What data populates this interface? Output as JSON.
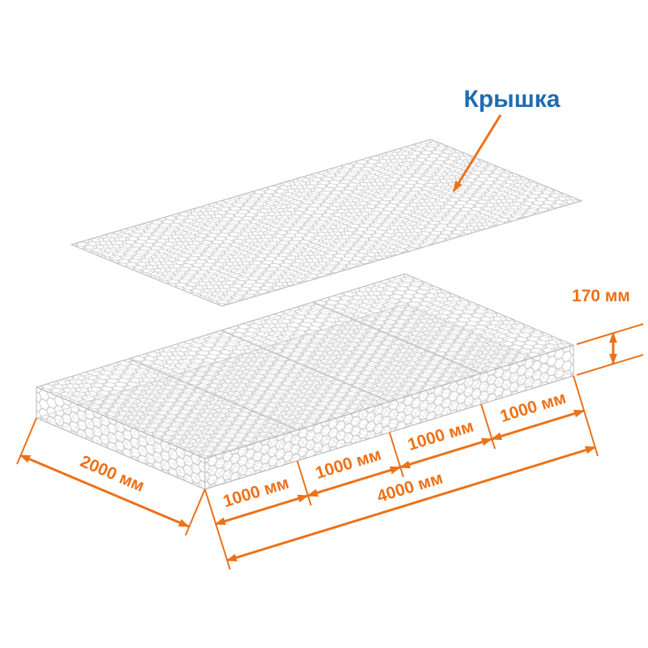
{
  "diagram": {
    "lid_label": "Крышка",
    "dimensions": {
      "height_label": "170 мм",
      "width_label": "2000 мм",
      "segment_label": "1000 мм",
      "length_label": "4000 мм"
    },
    "colors": {
      "dimension_orange": "#ED7117",
      "label_blue": "#1F6CB0",
      "mesh_gray": "#C6C6C6"
    }
  }
}
